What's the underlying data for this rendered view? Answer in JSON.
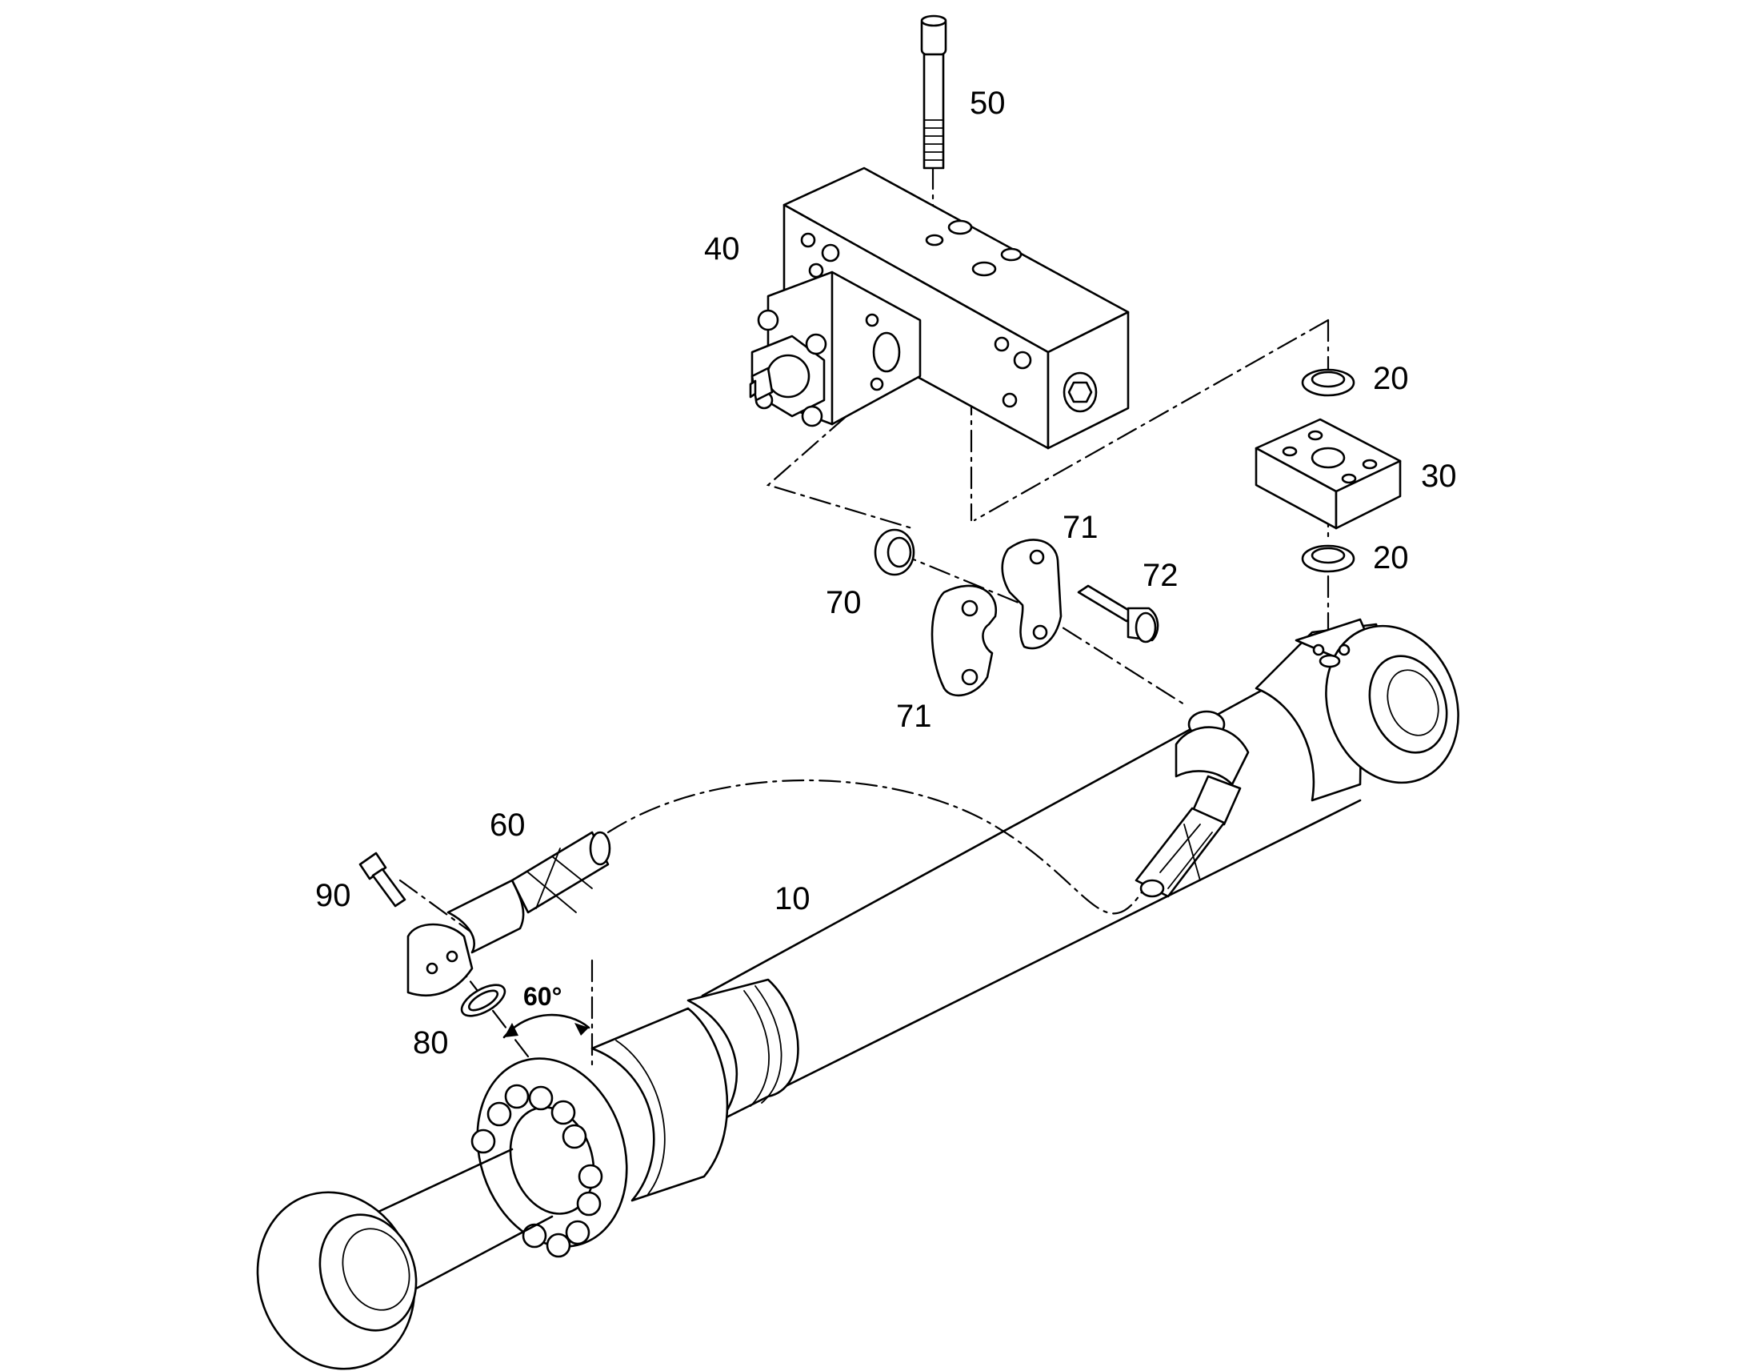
{
  "callouts": [
    {
      "id": "c50",
      "text": "50"
    },
    {
      "id": "c40",
      "text": "40"
    },
    {
      "id": "c20a",
      "text": "20"
    },
    {
      "id": "c30",
      "text": "30"
    },
    {
      "id": "c20b",
      "text": "20"
    },
    {
      "id": "c71a",
      "text": "71"
    },
    {
      "id": "c72",
      "text": "72"
    },
    {
      "id": "c70",
      "text": "70"
    },
    {
      "id": "c71b",
      "text": "71"
    },
    {
      "id": "c60",
      "text": "60"
    },
    {
      "id": "c90",
      "text": "90"
    },
    {
      "id": "c10",
      "text": "10"
    },
    {
      "id": "c80",
      "text": "80"
    }
  ],
  "angle_label": "60°"
}
